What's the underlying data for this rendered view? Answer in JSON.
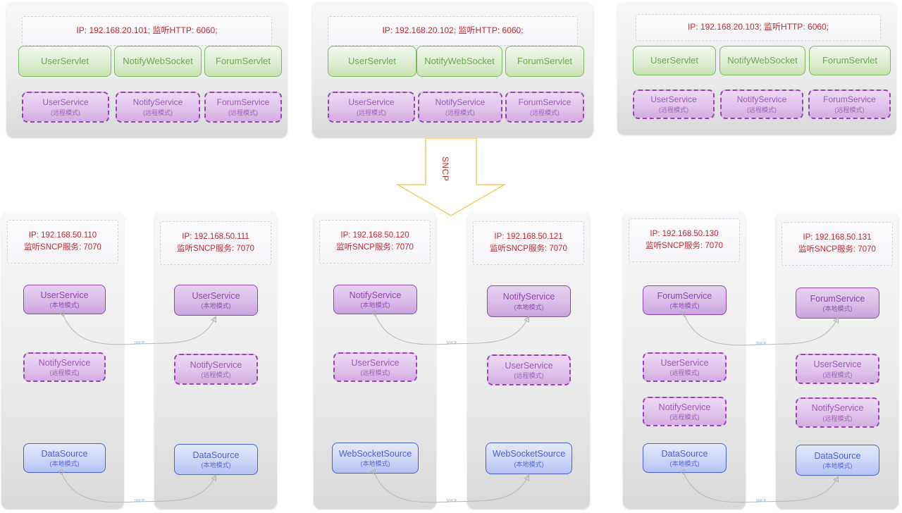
{
  "diagram": {
    "title": "SNCP distributed service deployment topology",
    "arrow_label": "SNCP",
    "connector_label": "SNCP",
    "colors": {
      "header_text": "#c0272d",
      "servlet_green": "#6aa84f",
      "service_purple": "#8e44ad",
      "service_purple_remote": "#9b59b6",
      "datasource_blue": "#4a5fd0",
      "arrow_outline": "#f5c55a",
      "connector": "#b8b8b8",
      "connector_label": "#7fa8d4",
      "panel_bg": "#e9e9ea"
    },
    "mode_local": "(本地模式)",
    "mode_remote": "(远程模式)"
  },
  "http_tier": {
    "panels": [
      {
        "header_line1": "IP: 192.168.20.101;   监听HTTP: 6060;",
        "servlets": [
          "UserServlet",
          "NotifyWebSocket",
          "ForumServlet"
        ],
        "services": [
          {
            "name": "UserService",
            "mode": "(远程模式)"
          },
          {
            "name": "NotifyService",
            "mode": "(远程模式)"
          },
          {
            "name": "ForumService",
            "mode": "(远程模式)"
          }
        ]
      },
      {
        "header_line1": "IP: 192.168.20.102;   监听HTTP: 6060;",
        "servlets": [
          "UserServlet",
          "NotifyWebSocket",
          "ForumServlet"
        ],
        "services": [
          {
            "name": "UserService",
            "mode": "(远程模式)"
          },
          {
            "name": "NotifyService",
            "mode": "(远程模式)"
          },
          {
            "name": "ForumService",
            "mode": "(远程模式)"
          }
        ]
      },
      {
        "header_line1": "IP: 192.168.20.103;   监听HTTP: 6060;",
        "servlets": [
          "UserServlet",
          "NotifyWebSocket",
          "ForumServlet"
        ],
        "services": [
          {
            "name": "UserService",
            "mode": "(远程模式)"
          },
          {
            "name": "NotifyService",
            "mode": "(远程模式)"
          },
          {
            "name": "ForumService",
            "mode": "(远程模式)"
          }
        ]
      }
    ]
  },
  "sncp_tier": {
    "nodes": [
      {
        "header_line1": "IP: 192.168.50.110",
        "header_line2": "监听SNCP服务: 7070",
        "boxes": [
          {
            "name": "UserService",
            "mode": "(本地模式)",
            "style": "purple-solid"
          },
          {
            "name": "NotifyService",
            "mode": "(远程模式)",
            "style": "purple-dash"
          },
          {
            "name": "DataSource",
            "mode": "(本地模式)",
            "style": "blue"
          }
        ]
      },
      {
        "header_line1": "IP: 192.168.50.111",
        "header_line2": "监听SNCP服务: 7070",
        "boxes": [
          {
            "name": "UserService",
            "mode": "(本地模式)",
            "style": "purple-solid"
          },
          {
            "name": "NotifyService",
            "mode": "(远程模式)",
            "style": "purple-dash"
          },
          {
            "name": "DataSource",
            "mode": "(本地模式)",
            "style": "blue"
          }
        ]
      },
      {
        "header_line1": "IP: 192.168.50.120",
        "header_line2": "监听SNCP服务: 7070",
        "boxes": [
          {
            "name": "NotifyService",
            "mode": "(本地模式)",
            "style": "purple-solid"
          },
          {
            "name": "UserService",
            "mode": "(远程模式)",
            "style": "purple-dash"
          },
          {
            "name": "WebSocketSource",
            "mode": "(本地模式)",
            "style": "blue"
          }
        ]
      },
      {
        "header_line1": "IP: 192.168.50.121",
        "header_line2": "监听SNCP服务: 7070",
        "boxes": [
          {
            "name": "NotifyService",
            "mode": "(本地模式)",
            "style": "purple-solid"
          },
          {
            "name": "UserService",
            "mode": "(远程模式)",
            "style": "purple-dash"
          },
          {
            "name": "WebSocketSource",
            "mode": "(本地模式)",
            "style": "blue"
          }
        ]
      },
      {
        "header_line1": "IP: 192.168.50.130",
        "header_line2": "监听SNCP服务: 7070",
        "boxes": [
          {
            "name": "ForumService",
            "mode": "(本地模式)",
            "style": "purple-solid"
          },
          {
            "name": "UserService",
            "mode": "(远程模式)",
            "style": "purple-dash"
          },
          {
            "name": "NotifyService",
            "mode": "(远程模式)",
            "style": "purple-dash"
          },
          {
            "name": "DataSource",
            "mode": "(本地模式)",
            "style": "blue"
          }
        ]
      },
      {
        "header_line1": "IP: 192.168.50.131",
        "header_line2": "监听SNCP服务: 7070",
        "boxes": [
          {
            "name": "ForumService",
            "mode": "(本地模式)",
            "style": "purple-solid"
          },
          {
            "name": "UserService",
            "mode": "(远程模式)",
            "style": "purple-dash"
          },
          {
            "name": "NotifyService",
            "mode": "(远程模式)",
            "style": "purple-dash"
          },
          {
            "name": "DataSource",
            "mode": "(本地模式)",
            "style": "blue"
          }
        ]
      }
    ],
    "connector_labels": [
      "SNCP",
      "SNCP",
      "SNCP",
      "SNCP",
      "SNCP",
      "SNCP",
      "SNCP",
      "SNCP"
    ]
  }
}
